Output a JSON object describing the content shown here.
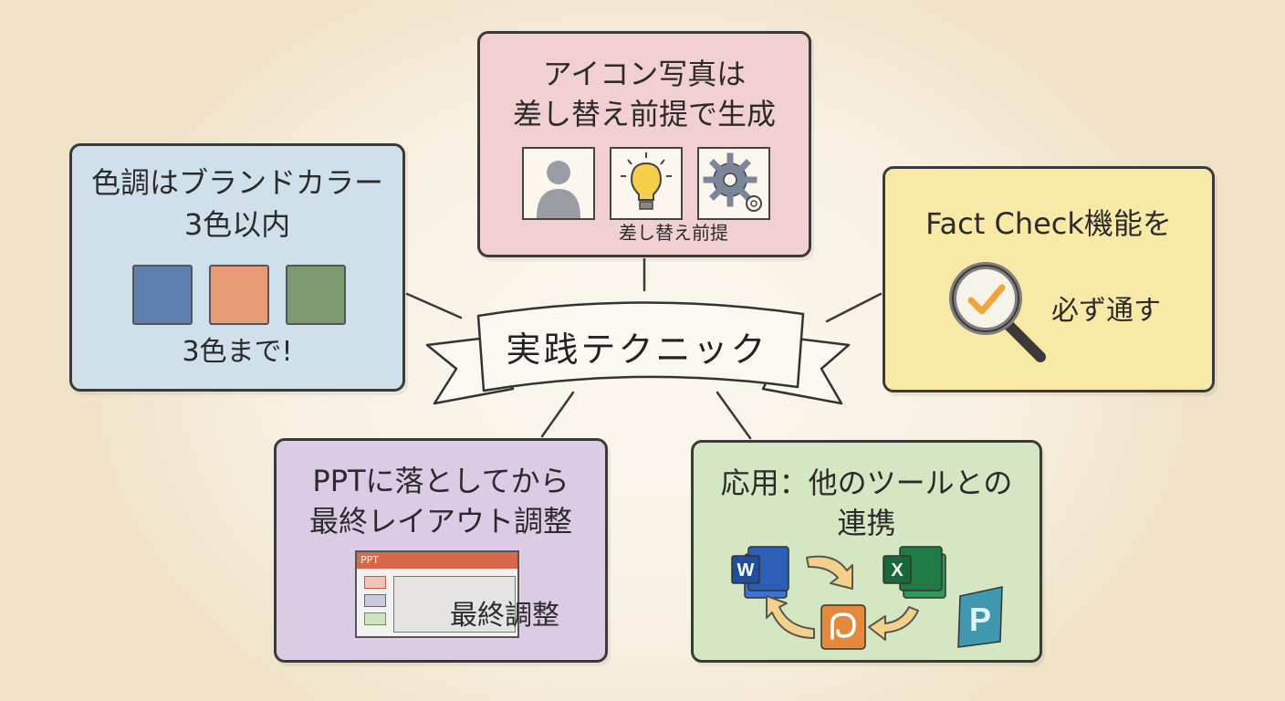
{
  "center": {
    "title": "実践テクニック"
  },
  "cards": {
    "brand_color": {
      "title_line1": "色調はブランドカラー",
      "title_line2": "3色以内",
      "swatches": [
        "#5f7fb0",
        "#e99b76",
        "#7c9a6f"
      ],
      "footer": "3色まで!"
    },
    "icon_photo": {
      "title_line1": "アイコン写真は",
      "title_line2": "差し替え前提で生成",
      "icons": [
        "person-icon",
        "lightbulb-icon",
        "gear-icon"
      ],
      "caption": "差し替え前提"
    },
    "fact_check": {
      "title": "Fact Check機能を",
      "icon": "magnifier-check-icon",
      "caption": "必ず通す"
    },
    "ppt_adjust": {
      "title_line1": "PPTに落としてから",
      "title_line2": "最終レイアウト調整",
      "window_title": "PPT",
      "window_caption": "最終調整"
    },
    "integration": {
      "title_line1": "応用：他のツールとの",
      "title_line2": "連携",
      "apps": [
        {
          "icon": "word-icon",
          "letter": "W",
          "color": "#2e5fb8"
        },
        {
          "icon": "excel-icon",
          "letter": "X",
          "color": "#1f7a45"
        },
        {
          "icon": "hub-icon",
          "letter": "",
          "color": "#e58a3c"
        },
        {
          "icon": "publisher-icon",
          "letter": "P",
          "color": "#3f98b0"
        }
      ]
    }
  }
}
